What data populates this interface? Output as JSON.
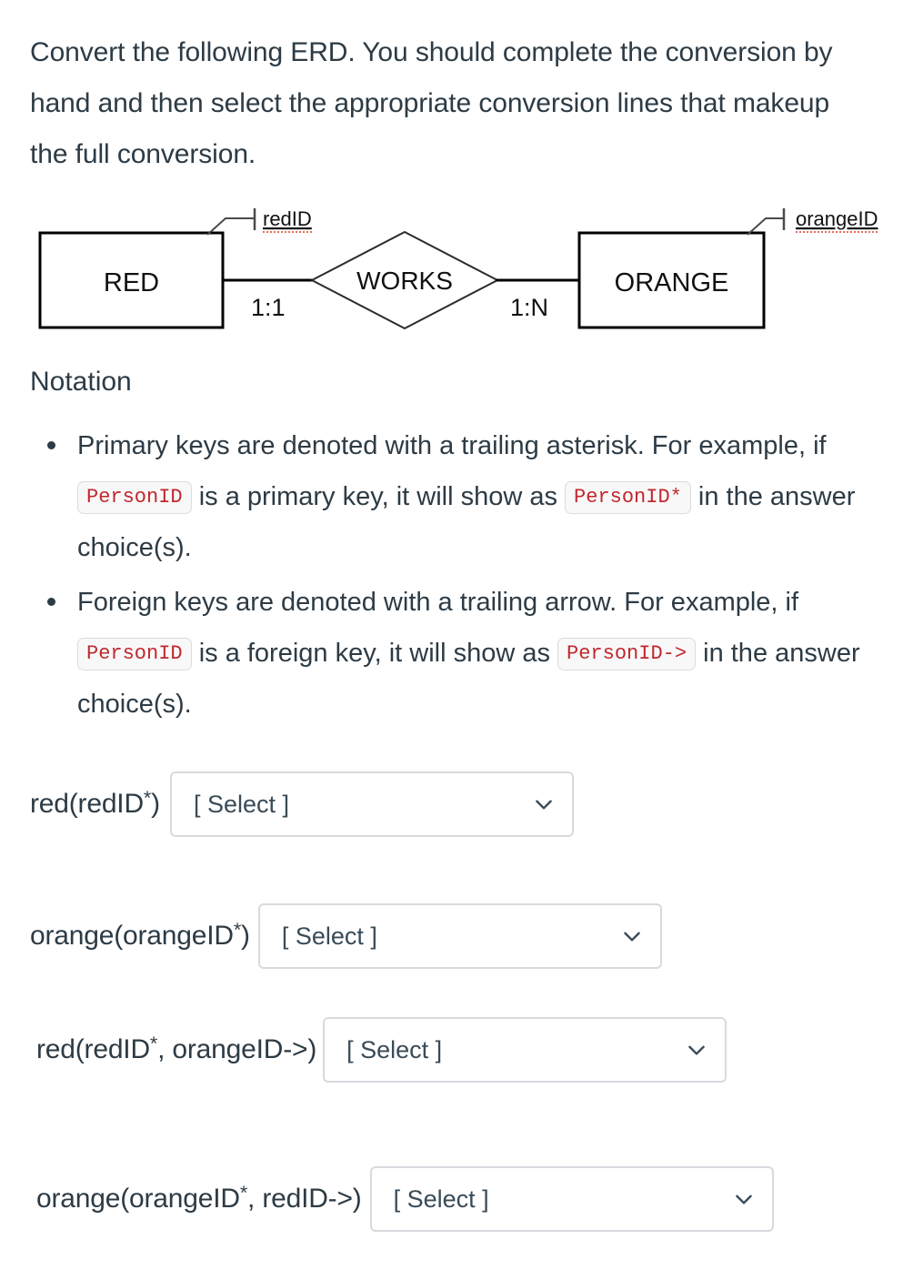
{
  "prompt": "Convert the following ERD. You should complete the conversion by hand and then select the appropriate conversion lines that makeup the full conversion.",
  "erd": {
    "entity_left": "RED",
    "entity_right": "ORANGE",
    "relationship": "WORKS",
    "attribute_left": "redID",
    "attribute_right": "orangeID",
    "cardinality_left": "1:1",
    "cardinality_right": "1:N",
    "line_color": "#000000"
  },
  "notation": {
    "heading": "Notation",
    "items": [
      {
        "part1": "Primary keys are denoted with a trailing asterisk. For example, if",
        "code1": "PersonID",
        "part2": "is a primary key, it will show as",
        "code2": "PersonID*",
        "part3": "in the answer choice(s)."
      },
      {
        "part1": "Foreign keys are denoted with a trailing arrow. For example, if",
        "code1": "PersonID",
        "part2": "is a foreign key, it will show as",
        "code2": "PersonID->",
        "part3": "in the answer choice(s)."
      }
    ],
    "code_color": "#C1272D"
  },
  "answers": {
    "placeholder": "[ Select ]",
    "rows": [
      {
        "prefix": "red(redID",
        "sup": "*",
        "suffix": ")",
        "value": "[ Select ]"
      },
      {
        "prefix": "orange(orangeID",
        "sup": "*",
        "suffix": ")",
        "value": "[ Select ]"
      },
      {
        "prefix": "red(redID",
        "sup": "*",
        "suffix": ", orangeID->)",
        "value": "[ Select ]"
      },
      {
        "prefix": "orange(orangeID",
        "sup": "*",
        "suffix": ", redID->)",
        "value": "[ Select ]"
      }
    ]
  }
}
